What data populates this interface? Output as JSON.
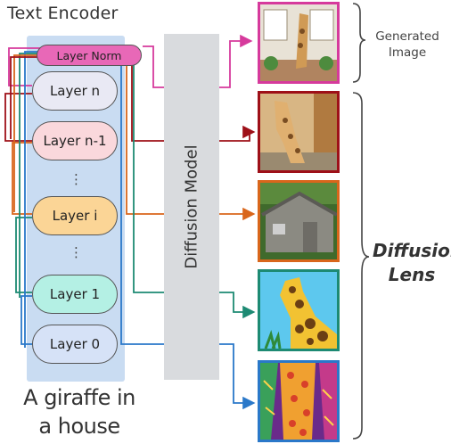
{
  "title": "Text Encoder",
  "layers": {
    "layer_norm": "Layer Norm",
    "layer_n": "Layer n",
    "layer_n_minus_1": "Layer n-1",
    "layer_i": "Layer i",
    "layer_1": "Layer 1",
    "layer_0": "Layer 0",
    "ellipsis": "⋮"
  },
  "diffusion_model": "Diffusion Model",
  "prompt_line1": "A giraffe in",
  "prompt_line2": "a house",
  "generated_label_line1": "Generated",
  "generated_label_line2": "Image",
  "lens_label_line1": "Diffusion",
  "lens_label_line2": "Lens",
  "colors": {
    "layer_norm": "#e868b7",
    "layer_n": "#e9e9f4",
    "layer_n_minus_1": "#fad8dc",
    "layer_i": "#fbd596",
    "layer_1": "#b4f0e4",
    "layer_0": "#d6e2f7",
    "wire_magenta": "#d63a9c",
    "wire_darkred": "#9e1018",
    "wire_orange": "#d9661b",
    "wire_teal": "#1d8a73",
    "wire_blue": "#2a78c9"
  }
}
